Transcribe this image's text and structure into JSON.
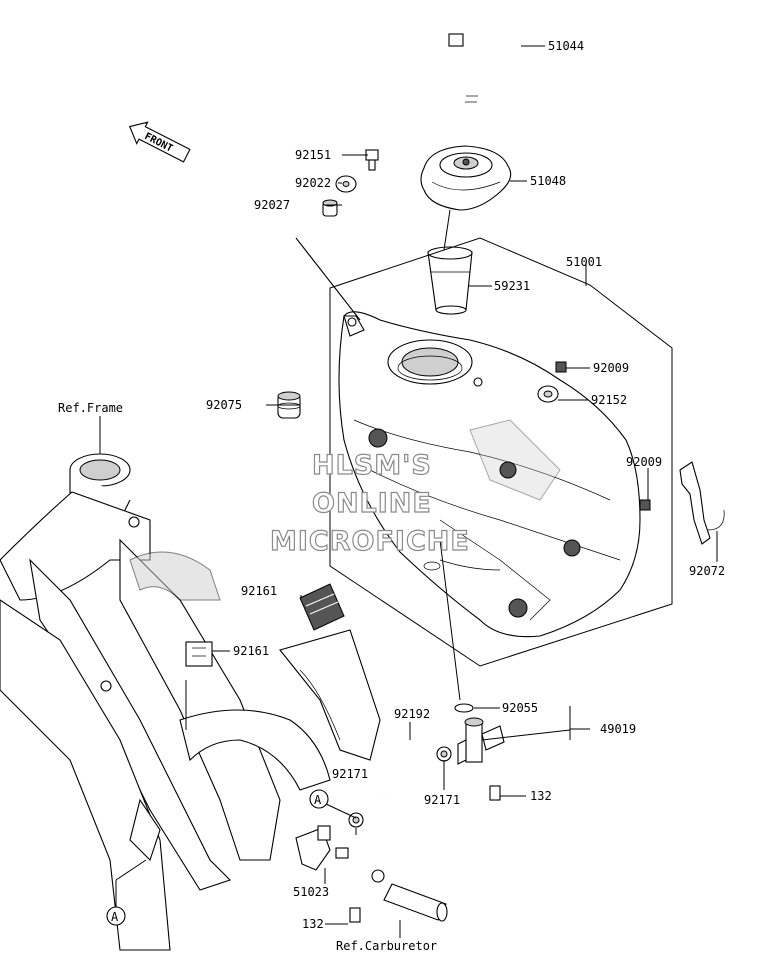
{
  "watermark": {
    "line1": "HLSM'S",
    "line2": "ONLINE",
    "line3": "MICROFICHE"
  },
  "front_arrow": {
    "text": "FRONT"
  },
  "refs": {
    "frame": "Ref.Frame",
    "carburetor": "Ref.Carburetor",
    "callout": "A"
  },
  "parts": {
    "p51044": "51044",
    "p92151": "92151",
    "p51048": "51048",
    "p92022": "92022",
    "p92027": "92027",
    "p51001": "51001",
    "p59231": "59231",
    "p92009a": "92009",
    "p92075": "92075",
    "p92152": "92152",
    "p92009b": "92009",
    "p92072": "92072",
    "p92161a": "92161",
    "p92161b": "92161",
    "p92192": "92192",
    "p92055": "92055",
    "p49019": "49019",
    "p92171a": "92171",
    "p92171b": "92171",
    "p132a": "132",
    "p51023": "51023",
    "p132b": "132"
  }
}
